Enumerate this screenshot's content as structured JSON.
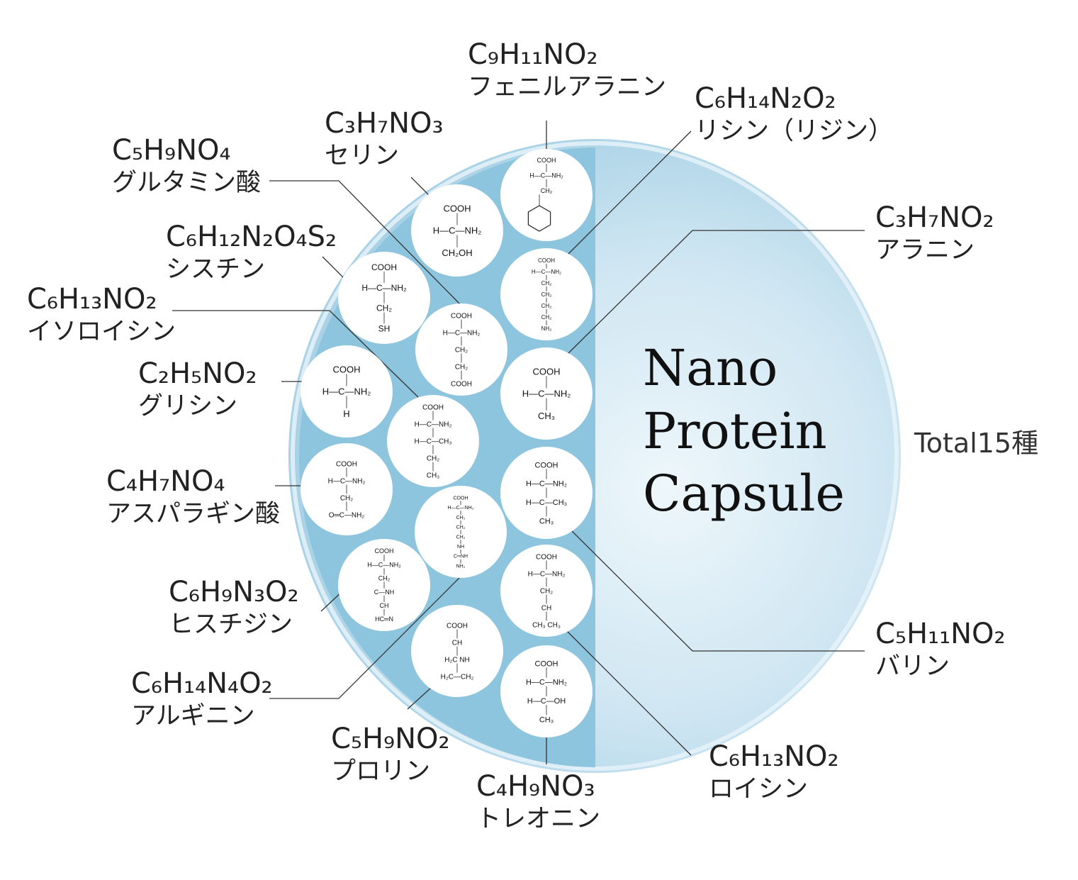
{
  "title_lines": [
    "Nano",
    "Protein",
    "Capsule"
  ],
  "total_label": "Total15種",
  "colors": {
    "capsule_left": "#8ec5de",
    "capsule_right": "#d6ebf5",
    "rim": "#b5d9ea",
    "line": "#333333"
  },
  "amino_acids": [
    {
      "formula": "C₉H₁₁NO₂",
      "name": "フェニルアラニン",
      "structure": [
        "COOH",
        "H—C—NH₂",
        "CH₂"
      ],
      "ring": true
    },
    {
      "formula": "C₃H₇NO₃",
      "name": "セリン",
      "structure": [
        "COOH",
        "H—C—NH₂",
        "CH₂OH"
      ]
    },
    {
      "formula": "C₆H₁₄N₂O₂",
      "name": "リシン（リジン）",
      "structure": [
        "COOH",
        "H—C—NH₂",
        "CH₂",
        "CH₂",
        "CH₂",
        "CH₂",
        "NH₂"
      ]
    },
    {
      "formula": "C₆H₁₂N₂O₄S₂",
      "name": "シスチン",
      "structure": [
        "COOH",
        "H—C—NH₂",
        "CH₂",
        "SH"
      ]
    },
    {
      "formula": "C₅H₉NO₄",
      "name": "グルタミン酸",
      "structure": [
        "COOH",
        "H—C—NH₂",
        "CH₂",
        "CH₂",
        "COOH"
      ]
    },
    {
      "formula": "C₂H₅NO₂",
      "name": "グリシン",
      "structure": [
        "COOH",
        "H—C—NH₂",
        "H"
      ]
    },
    {
      "formula": "C₃H₇NO₂",
      "name": "アラニン",
      "structure": [
        "COOH",
        "H—C—NH₂",
        "CH₃"
      ]
    },
    {
      "formula": "C₆H₁₃NO₂",
      "name": "イソロイシン",
      "structure": [
        "COOH",
        "H—C—NH₂",
        "H—C—CH₃",
        "CH₂",
        "CH₃"
      ]
    },
    {
      "formula": "C₄H₇NO₄",
      "name": "アスパラギン酸",
      "structure": [
        "COOH",
        "H—C—NH₂",
        "CH₂",
        "O═C—NH₂"
      ]
    },
    {
      "formula": "C₅H₁₁NO₂",
      "name": "バリン",
      "structure": [
        "COOH",
        "H—C—NH₂",
        "H—C—CH₃",
        "CH₃"
      ]
    },
    {
      "formula": "C₆H₁₄N₄O₂",
      "name": "アルギニン",
      "structure": [
        "COOH",
        "H—C—NH₂",
        "CH₂",
        "CH₂",
        "CH₂",
        "NH",
        "C═NH",
        "NH₂"
      ]
    },
    {
      "formula": "C₆H₉N₃O₂",
      "name": "ヒスチジン",
      "structure": [
        "COOH",
        "H—C—NH₂",
        "CH₂",
        "C—NH",
        "CH",
        "HC═N"
      ]
    },
    {
      "formula": "C₆H₁₃NO₂",
      "name": "ロイシン",
      "structure": [
        "COOH",
        "H—C—NH₂",
        "CH₂",
        "CH",
        "CH₃   CH₃"
      ]
    },
    {
      "formula": "C₅H₉NO₂",
      "name": "プロリン",
      "structure": [
        "COOH",
        "CH",
        "H₂C    NH",
        "H₂C—CH₂"
      ]
    },
    {
      "formula": "C₄H₉NO₃",
      "name": "トレオニン",
      "structure": [
        "COOH",
        "H—C—NH₂",
        "H—C—OH",
        "CH₃"
      ]
    }
  ]
}
